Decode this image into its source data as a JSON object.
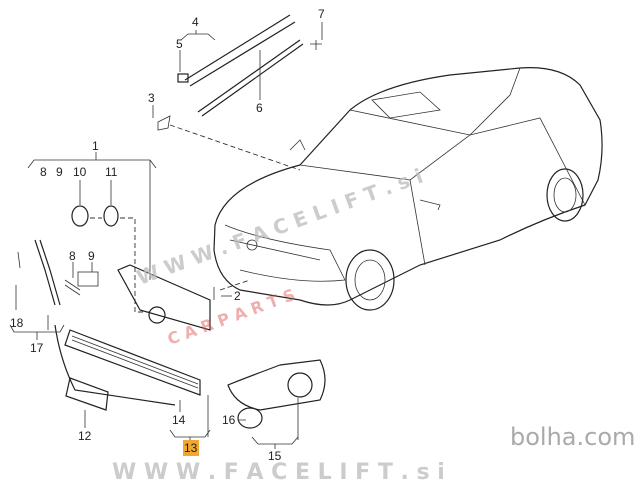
{
  "diagram": {
    "part_labels": [
      "1",
      "2",
      "3",
      "4",
      "5",
      "6",
      "7",
      "8",
      "9",
      "10",
      "11",
      "12",
      "13",
      "14",
      "15",
      "16",
      "17",
      "18"
    ],
    "group_1_sub_labels": [
      "8",
      "9",
      "10",
      "11"
    ],
    "grille_labels": [
      "8",
      "9"
    ],
    "highlighted_label": "13",
    "highlight_color": "#f0a830"
  },
  "watermarks": {
    "site": "W W W . F A C E L I F T . s i",
    "diag_site": "W W W . F A C E L I F T . s i",
    "diag_red": "C A R P A R T S",
    "marketplace": "bolha.com"
  }
}
